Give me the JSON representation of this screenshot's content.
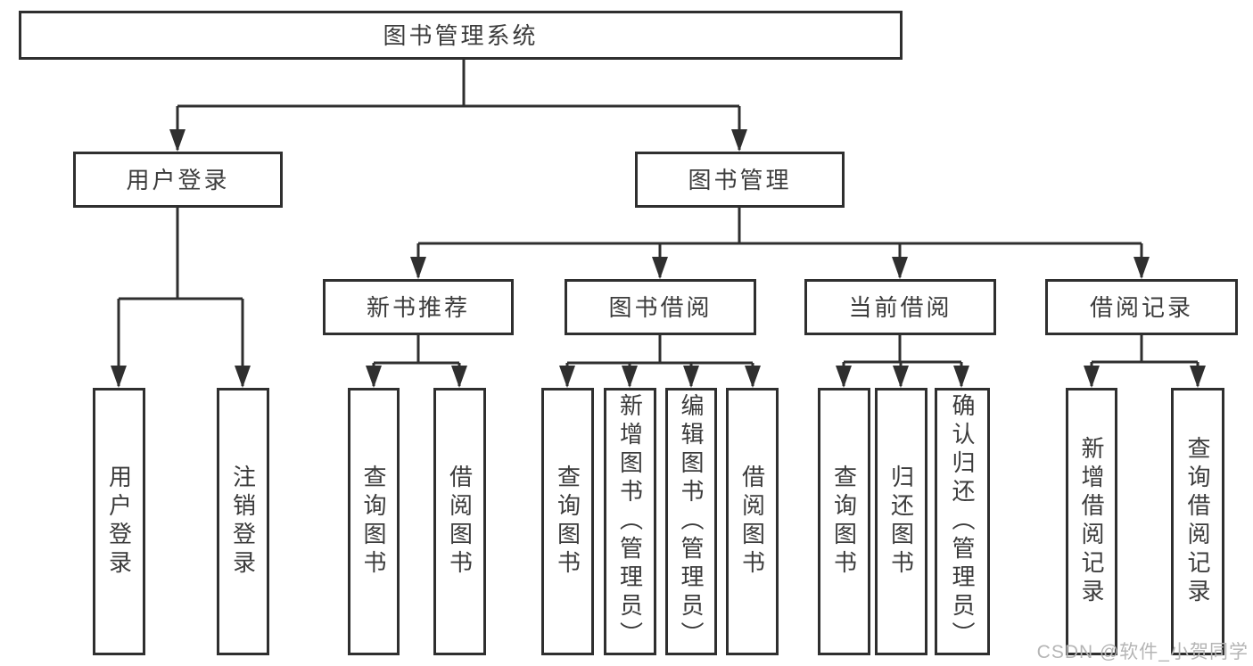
{
  "diagram": {
    "title_node": "图书管理系统",
    "branches": [
      {
        "label": "用户登录",
        "children": [
          "用户登录",
          "注销登录"
        ]
      },
      {
        "label": "图书管理",
        "groups": [
          {
            "label": "新书推荐",
            "children": [
              "查询图书",
              "借阅图书"
            ]
          },
          {
            "label": "图书借阅",
            "children": [
              "查询图书",
              "新增图书（管理员）",
              "编辑图书（管理员）",
              "借阅图书"
            ]
          },
          {
            "label": "当前借阅",
            "children": [
              "查询图书",
              "归还图书",
              "确认归还（管理员）"
            ]
          },
          {
            "label": "借阅记录",
            "children": [
              "新增借阅记录",
              "查询借阅记录"
            ]
          }
        ]
      }
    ],
    "colors": {
      "line": "#2f2f2f",
      "text": "#3c3c3c",
      "box_background": "#ffffff",
      "page_background": "#ffffff"
    }
  },
  "watermark": {
    "text": "CSDN @软件_小贺同学",
    "color": "#b5b5b5"
  }
}
